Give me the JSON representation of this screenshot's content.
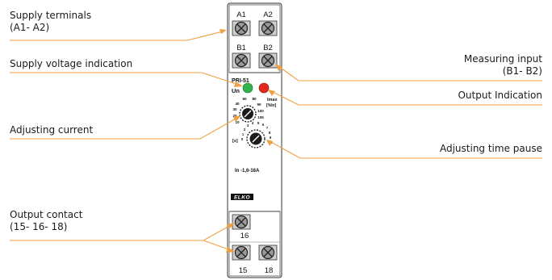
{
  "labels": {
    "supply_terminals": [
      "Supply terminals",
      "(A1- A2)"
    ],
    "supply_voltage": "Supply voltage indication",
    "adjusting_current": "Adjusting current",
    "output_contact": [
      "Output contact",
      "(15- 16- 18)"
    ],
    "measuring_input": [
      "Measuring input",
      "(B1- B2)"
    ],
    "output_indication": "Output Indication",
    "adjusting_time_pause": "Adjusting time pause"
  },
  "device": {
    "terminals_top": [
      "A1",
      "A2"
    ],
    "terminals_mid": [
      "B1",
      "B2"
    ],
    "terminals_bottom_mid": [
      "16"
    ],
    "terminals_bottom": [
      "15",
      "18"
    ],
    "model": "PRI-51",
    "un_label": "Un",
    "imax_label": [
      "Imax",
      "[%In]"
    ],
    "s_label": "[s]",
    "range": "In -1,6-16A",
    "brand": "ELKO",
    "current_scale": [
      "60",
      "80",
      "40",
      "90",
      "30",
      "100",
      "20",
      "105",
      "10"
    ],
    "time_scale": [
      "0",
      "1",
      "2",
      "3",
      "4",
      "5",
      "6",
      "7",
      "8",
      "9",
      "10"
    ]
  },
  "colors": {
    "leader": "#f0a040",
    "green_led": "#2fb54a",
    "red_led": "#e5281e",
    "text": "#1a1a1a"
  }
}
